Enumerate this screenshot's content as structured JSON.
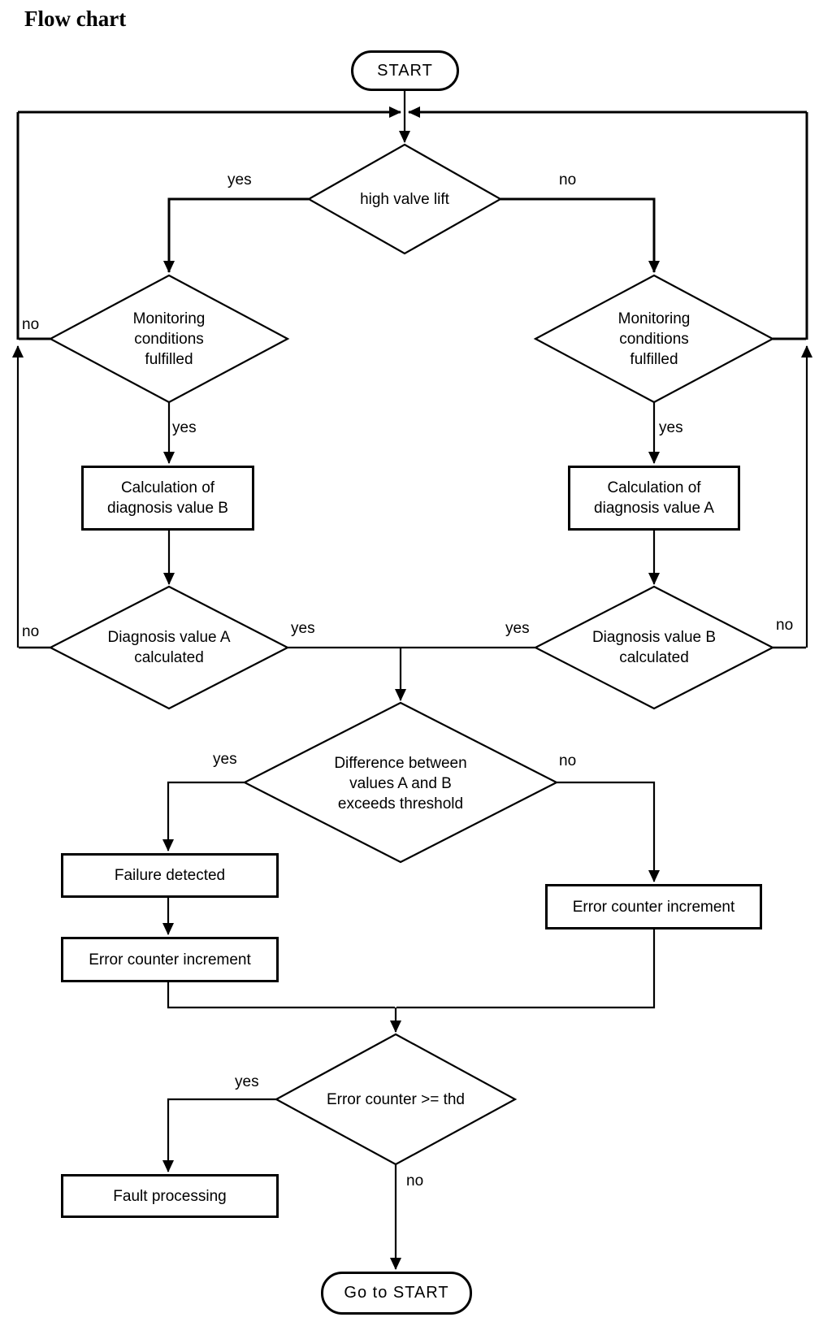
{
  "title": "Flow chart",
  "colors": {
    "line": "#000000",
    "background": "#ffffff",
    "text": "#000000"
  },
  "nodes": {
    "start": "START",
    "high_valve_lift": "high valve lift",
    "monitoring_left": "Monitoring conditions fulfilled",
    "monitoring_right": "Monitoring conditions fulfilled",
    "calc_value_b": "Calculation of diagnosis value B",
    "calc_value_a": "Calculation of diagnosis value A",
    "diag_a_calculated": "Diagnosis value A calculated",
    "diag_b_calculated": "Diagnosis value B calculated",
    "difference_threshold": "Difference between values A and B exceeds threshold",
    "failure_detected": "Failure detected",
    "error_counter_left": "Error counter increment",
    "error_counter_right": "Error counter increment",
    "error_counter_thd": "Error counter >= thd",
    "fault_processing": "Fault processing",
    "go_to_start": "Go to START"
  },
  "edge_labels": {
    "high_valve_lift_yes": "yes",
    "high_valve_lift_no": "no",
    "monitoring_left_no": "no",
    "monitoring_left_yes": "yes",
    "monitoring_right_yes": "yes",
    "diag_a_no": "no",
    "diag_a_yes": "yes",
    "diag_b_yes": "yes",
    "diag_b_no": "no",
    "difference_yes": "yes",
    "difference_no": "no",
    "thd_yes": "yes",
    "thd_no": "no"
  }
}
